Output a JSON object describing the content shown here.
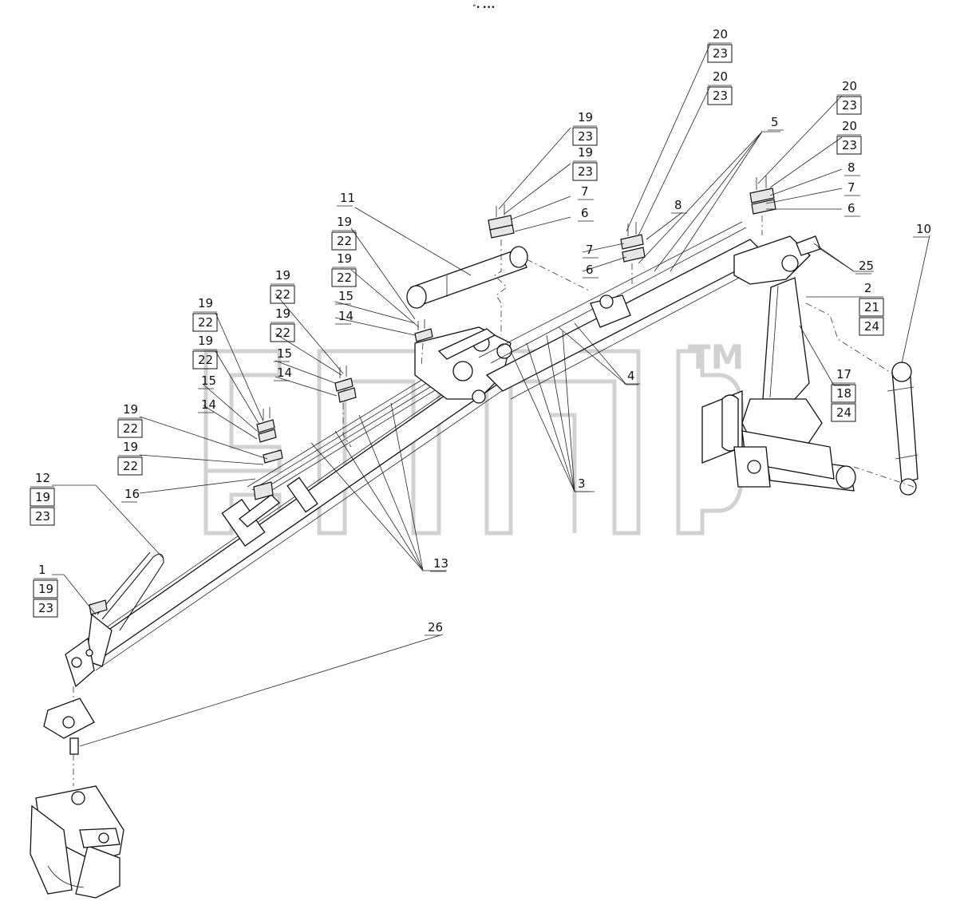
{
  "header": {
    "mark": "°• •••"
  },
  "watermark": {
    "text": "TM"
  },
  "callouts": [
    {
      "id": "c-20-23-a",
      "lines": [
        "20",
        "23"
      ],
      "boxed": [
        false,
        true
      ]
    },
    {
      "id": "c-20-23-b",
      "lines": [
        "20",
        "23"
      ],
      "boxed": [
        false,
        true
      ]
    },
    {
      "id": "c-20-23-c",
      "lines": [
        "20",
        "23"
      ],
      "boxed": [
        false,
        true
      ]
    },
    {
      "id": "c-20-23-d",
      "lines": [
        "20",
        "23"
      ],
      "boxed": [
        false,
        true
      ]
    },
    {
      "id": "c-5",
      "lines": [
        "5"
      ],
      "boxed": [
        false
      ]
    },
    {
      "id": "c-8-right",
      "lines": [
        "8"
      ],
      "boxed": [
        false
      ]
    },
    {
      "id": "c-7-right",
      "lines": [
        "7"
      ],
      "boxed": [
        false
      ]
    },
    {
      "id": "c-6-right",
      "lines": [
        "6"
      ],
      "boxed": [
        false
      ]
    },
    {
      "id": "c-19-23-a",
      "lines": [
        "19",
        "23"
      ],
      "boxed": [
        false,
        true
      ]
    },
    {
      "id": "c-19-23-b",
      "lines": [
        "19",
        "23"
      ],
      "boxed": [
        false,
        true
      ]
    },
    {
      "id": "c-7-mid",
      "lines": [
        "7"
      ],
      "boxed": [
        false
      ]
    },
    {
      "id": "c-6-mid",
      "lines": [
        "6"
      ],
      "boxed": [
        false
      ]
    },
    {
      "id": "c-8-mid",
      "lines": [
        "8"
      ],
      "boxed": [
        false
      ]
    },
    {
      "id": "c-7-mid2",
      "lines": [
        "7"
      ],
      "boxed": [
        false
      ]
    },
    {
      "id": "c-6-mid2",
      "lines": [
        "6"
      ],
      "boxed": [
        false
      ]
    },
    {
      "id": "c-11",
      "lines": [
        "11"
      ],
      "boxed": [
        false
      ]
    },
    {
      "id": "c-19-22-a",
      "lines": [
        "19",
        "22"
      ],
      "boxed": [
        false,
        true
      ]
    },
    {
      "id": "c-19-22-b",
      "lines": [
        "19",
        "22"
      ],
      "boxed": [
        false,
        true
      ]
    },
    {
      "id": "c-15-a",
      "lines": [
        "15"
      ],
      "boxed": [
        false
      ]
    },
    {
      "id": "c-14-a",
      "lines": [
        "14"
      ],
      "boxed": [
        false
      ]
    },
    {
      "id": "c-19-22-c",
      "lines": [
        "19",
        "22"
      ],
      "boxed": [
        false,
        true
      ]
    },
    {
      "id": "c-19-22-d",
      "lines": [
        "19",
        "22"
      ],
      "boxed": [
        false,
        true
      ]
    },
    {
      "id": "c-15-b",
      "lines": [
        "15"
      ],
      "boxed": [
        false
      ]
    },
    {
      "id": "c-14-b",
      "lines": [
        "14"
      ],
      "boxed": [
        false
      ]
    },
    {
      "id": "c-19-22-e",
      "lines": [
        "19",
        "22"
      ],
      "boxed": [
        false,
        true
      ]
    },
    {
      "id": "c-19-22-f",
      "lines": [
        "19",
        "22"
      ],
      "boxed": [
        false,
        true
      ]
    },
    {
      "id": "c-15-c",
      "lines": [
        "15"
      ],
      "boxed": [
        false
      ]
    },
    {
      "id": "c-14-c",
      "lines": [
        "14"
      ],
      "boxed": [
        false
      ]
    },
    {
      "id": "c-19-22-g",
      "lines": [
        "19",
        "22"
      ],
      "boxed": [
        false,
        true
      ]
    },
    {
      "id": "c-19-22-h",
      "lines": [
        "19",
        "22"
      ],
      "boxed": [
        false,
        true
      ]
    },
    {
      "id": "c-16",
      "lines": [
        "16"
      ],
      "boxed": [
        false
      ]
    },
    {
      "id": "c-12-19-23",
      "lines": [
        "12",
        "19",
        "23"
      ],
      "boxed": [
        false,
        true,
        true
      ]
    },
    {
      "id": "c-1-19-23",
      "lines": [
        "1",
        "19",
        "23"
      ],
      "boxed": [
        false,
        true,
        true
      ]
    },
    {
      "id": "c-26",
      "lines": [
        "26"
      ],
      "boxed": [
        false
      ]
    },
    {
      "id": "c-13",
      "lines": [
        "13"
      ],
      "boxed": [
        false
      ]
    },
    {
      "id": "c-3",
      "lines": [
        "3"
      ],
      "boxed": [
        false
      ]
    },
    {
      "id": "c-4",
      "lines": [
        "4"
      ],
      "boxed": [
        false
      ]
    },
    {
      "id": "c-25",
      "lines": [
        "25"
      ],
      "boxed": [
        false
      ]
    },
    {
      "id": "c-2-21-24",
      "lines": [
        "2",
        "21",
        "24"
      ],
      "boxed": [
        false,
        true,
        true
      ]
    },
    {
      "id": "c-10",
      "lines": [
        "10"
      ],
      "boxed": [
        false
      ]
    },
    {
      "id": "c-17-18-24",
      "lines": [
        "17",
        "18",
        "24"
      ],
      "boxed": [
        false,
        true,
        true
      ]
    }
  ]
}
